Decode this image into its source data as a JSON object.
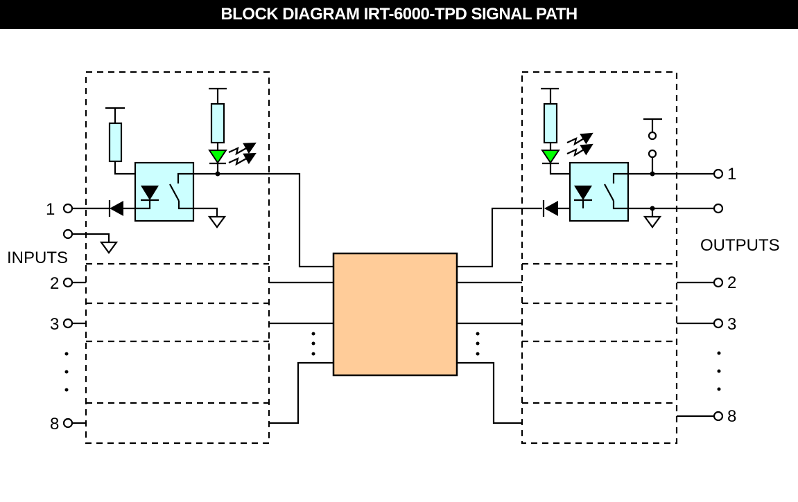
{
  "title": "BLOCK DIAGRAM IRT-6000-TPD SIGNAL PATH",
  "colors": {
    "title_bg": "#000000",
    "title_text": "#ffffff",
    "optocoupler_fill": "#ccffff",
    "resistor_fill": "#ccffff",
    "led_fill": "#00ff00",
    "core_block_fill": "#ffcc99"
  },
  "inputs": {
    "group_label": "INPUTS",
    "channels": [
      {
        "label": "1"
      },
      {
        "label": "2"
      },
      {
        "label": "3"
      },
      {
        "label": "8"
      }
    ],
    "ellipsis": "⋮"
  },
  "outputs": {
    "group_label": "OUTPUTS",
    "channels": [
      {
        "label": "1"
      },
      {
        "label": "2"
      },
      {
        "label": "3"
      },
      {
        "label": "8"
      }
    ],
    "ellipsis": "⋮"
  },
  "components": {
    "input_stage": [
      "pull-up resistor",
      "optocoupler",
      "series diode",
      "status LED",
      "ground"
    ],
    "output_stage": [
      "LED resistor",
      "status LED",
      "optocoupler",
      "series diode",
      "pull-up jumper",
      "ground"
    ],
    "core": "signal processing block"
  }
}
